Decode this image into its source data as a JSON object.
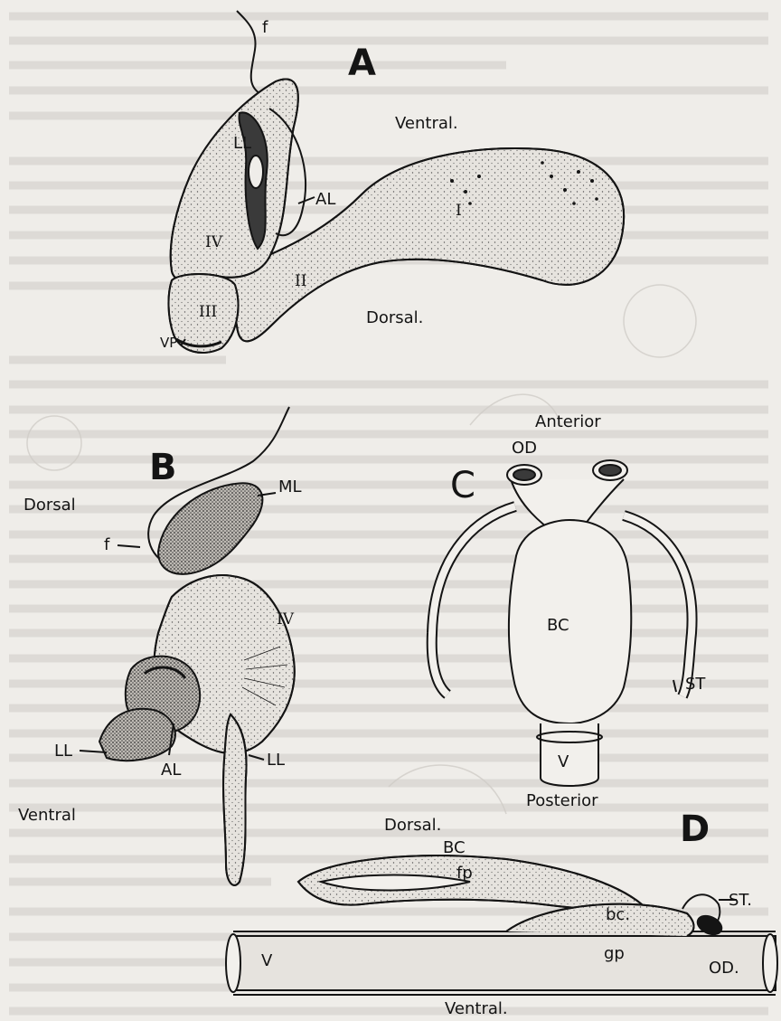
{
  "panels": {
    "A": {
      "letter": "A",
      "orientation": {
        "ventral": "Ventral.",
        "dorsal": "Dorsal."
      },
      "labels": {
        "f": "f",
        "LL": "LL",
        "AL": "AL",
        "IV": "IV",
        "I": "I",
        "II": "II",
        "III": "III",
        "VP": "VP"
      }
    },
    "B": {
      "letter": "B",
      "orientation": {
        "dorsal": "Dorsal",
        "ventral": "Ventral"
      },
      "labels": {
        "ML": "ML",
        "f": "f",
        "IV": "IV",
        "LL_left": "LL",
        "AL": "AL",
        "LL_right": "LL"
      }
    },
    "C": {
      "letter": "C",
      "orientation": {
        "anterior": "Anterior",
        "posterior": "Posterior"
      },
      "labels": {
        "OD": "OD",
        "BC": "BC",
        "ST": "ST",
        "V": "V"
      }
    },
    "D": {
      "letter": "D",
      "orientation": {
        "dorsal": "Dorsal.",
        "ventral": "Ventral."
      },
      "labels": {
        "BC": "BC",
        "fp": "fp",
        "ST": "ST.",
        "bc": "bc.",
        "gp": "gp",
        "V": "V",
        "OD": "OD."
      }
    }
  },
  "colors": {
    "paper": "#efede9",
    "ink": "#141414",
    "body_fill": "#e3e0db",
    "dark_fill": "#3a3a3a",
    "faint_text": "#c9c6c1"
  }
}
